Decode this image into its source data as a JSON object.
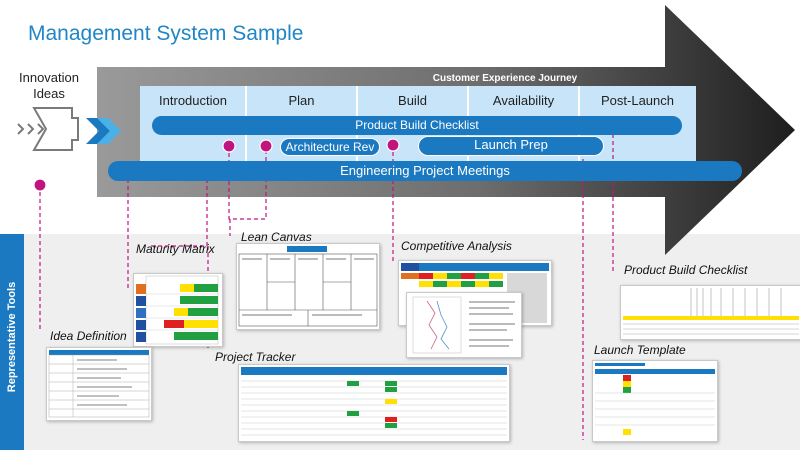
{
  "title": "Management System Sample",
  "innovation_label": [
    "Innovation",
    "Ideas"
  ],
  "journey": {
    "title": "Customer Experience Journey",
    "stages": [
      "Introduction",
      "Plan",
      "Build",
      "Availability",
      "Post-Launch"
    ]
  },
  "bars": {
    "product_build_checklist": "Product Build Checklist",
    "architecture_rev": "Architecture Rev",
    "launch_prep": "Launch Prep",
    "engineering_meetings": "Engineering Project Meetings"
  },
  "tools_section_label": "Representative Tools",
  "tools": {
    "maturity_matrix": "Maturity Matrix",
    "lean_canvas": "Lean Canvas",
    "competitive_analysis": "Competitive Analysis",
    "product_build_checklist": "Product Build Checklist",
    "idea_definition": "Idea Definition",
    "project_tracker": "Project Tracker",
    "launch_template": "Launch Template"
  },
  "colors": {
    "accent_blue": "#1b79c2",
    "title_blue": "#1f86c7",
    "marker_magenta": "#c0157e",
    "arrow_dark": "#3a3a3a",
    "stage_panel": "#c8e4f8"
  }
}
